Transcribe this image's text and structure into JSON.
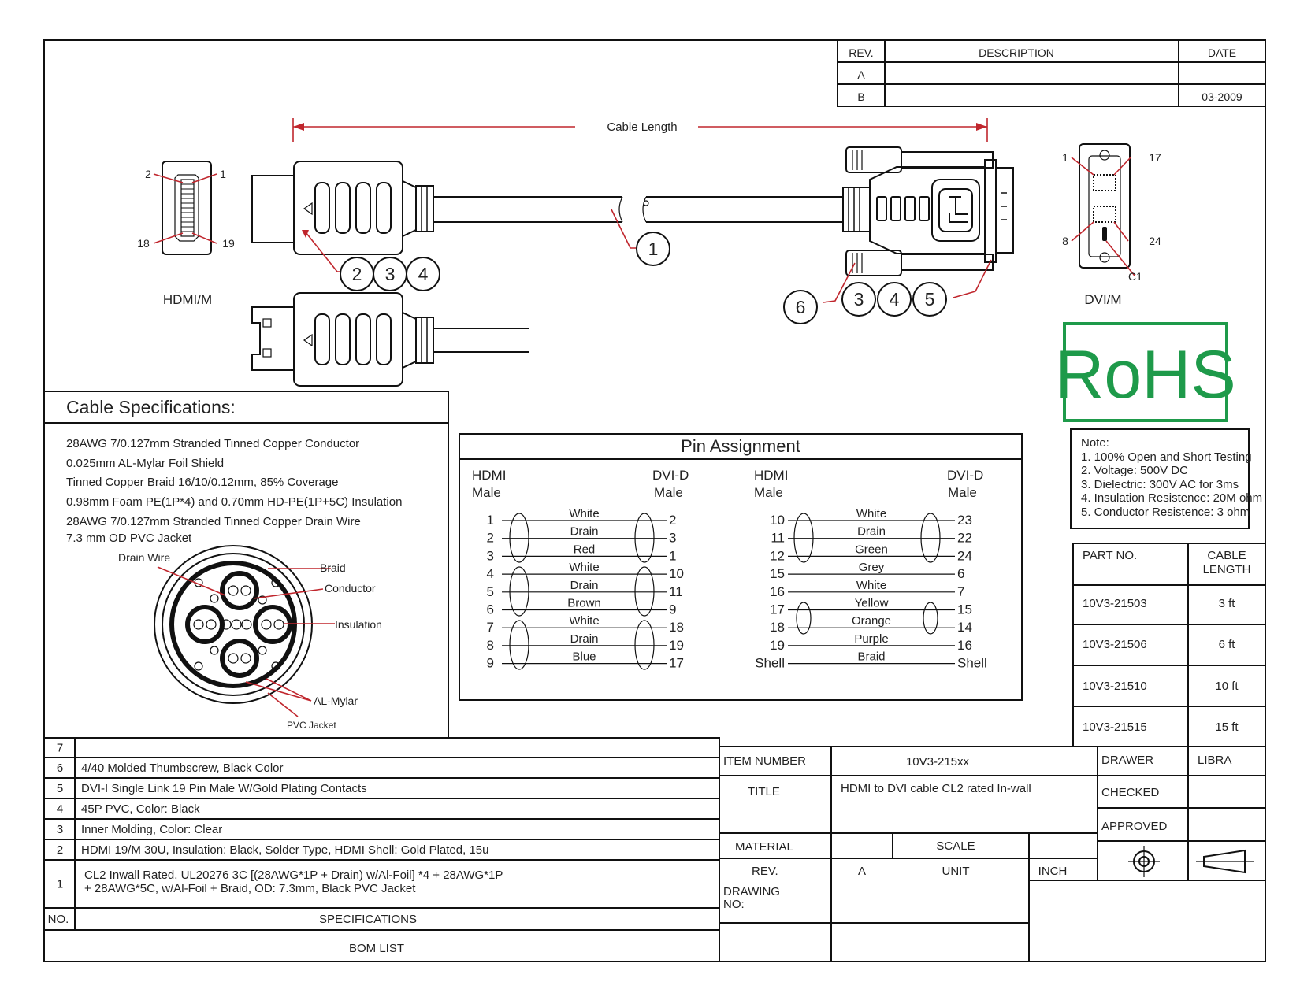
{
  "revision_table": {
    "headers": {
      "rev": "REV.",
      "description": "DESCRIPTION",
      "date": "DATE"
    },
    "rows": [
      {
        "rev": "A",
        "description": "",
        "date": ""
      },
      {
        "rev": "B",
        "description": "",
        "date": "03-2009"
      }
    ]
  },
  "drawing": {
    "cable_length_label": "Cable Length",
    "hdmi_label": "HDMI/M",
    "dvi_label": "DVI/M",
    "hdmi_pins": [
      "2",
      "1",
      "18",
      "19"
    ],
    "dvi_pins": [
      "1",
      "17",
      "8",
      "24",
      "C1"
    ],
    "balloons": {
      "cable": "1",
      "hdmi": [
        "2",
        "3",
        "4"
      ],
      "dvi_left": "6",
      "dvi": [
        "3",
        "4",
        "5"
      ]
    }
  },
  "rohs_logo": "RoHS",
  "cable_specs": {
    "title": "Cable Specifications:",
    "lines": [
      "28AWG 7/0.127mm Stranded Tinned Copper Conductor",
      "0.025mm AL-Mylar Foil Shield",
      "Tinned Copper Braid 16/10/0.12mm, 85% Coverage",
      "0.98mm Foam PE(1P*4) and 0.70mm HD-PE(1P+5C) Insulation",
      "28AWG 7/0.127mm Stranded Tinned Copper Drain Wire",
      "7.3 mm OD PVC Jacket"
    ],
    "cross_section_labels": {
      "drain_wire": "Drain Wire",
      "braid": "Braid",
      "conductor": "Conductor",
      "insulation": "Insulation",
      "al_mylar": "AL-Mylar",
      "pvc_jacket": "PVC Jacket"
    }
  },
  "pin_assignment": {
    "title": "Pin Assignment",
    "left": {
      "hdr_hdmi": [
        "HDMI",
        "Male"
      ],
      "hdr_dvi": [
        "DVI-D",
        "Male"
      ],
      "rows": [
        {
          "hdmi": "1",
          "wire": "White",
          "dvi": "2"
        },
        {
          "hdmi": "2",
          "wire": "Drain",
          "dvi": "3"
        },
        {
          "hdmi": "3",
          "wire": "Red",
          "dvi": "1"
        },
        {
          "hdmi": "4",
          "wire": "White",
          "dvi": "10"
        },
        {
          "hdmi": "5",
          "wire": "Drain",
          "dvi": "11"
        },
        {
          "hdmi": "6",
          "wire": "Brown",
          "dvi": "9"
        },
        {
          "hdmi": "7",
          "wire": "White",
          "dvi": "18"
        },
        {
          "hdmi": "8",
          "wire": "Drain",
          "dvi": "19"
        },
        {
          "hdmi": "9",
          "wire": "Blue",
          "dvi": "17"
        }
      ]
    },
    "right": {
      "hdr_hdmi": [
        "HDMI",
        "Male"
      ],
      "hdr_dvi": [
        "DVI-D",
        "Male"
      ],
      "rows": [
        {
          "hdmi": "10",
          "wire": "White",
          "dvi": "23"
        },
        {
          "hdmi": "11",
          "wire": "Drain",
          "dvi": "22"
        },
        {
          "hdmi": "12",
          "wire": "Green",
          "dvi": "24"
        },
        {
          "hdmi": "15",
          "wire": "Grey",
          "dvi": "6"
        },
        {
          "hdmi": "16",
          "wire": "White",
          "dvi": "7"
        },
        {
          "hdmi": "17",
          "wire": "Yellow",
          "dvi": "15"
        },
        {
          "hdmi": "18",
          "wire": "Orange",
          "dvi": "14"
        },
        {
          "hdmi": "19",
          "wire": "Purple",
          "dvi": "16"
        },
        {
          "hdmi": "Shell",
          "wire": "Braid",
          "dvi": "Shell"
        }
      ]
    }
  },
  "notes": {
    "title": "Note:",
    "items": [
      "1. 100% Open and Short Testing",
      "2. Voltage: 500V DC",
      "3. Dielectric: 300V AC for 3ms",
      "4. Insulation Resistence: 20M ohm",
      "5. Conductor Resistence: 3 ohm"
    ]
  },
  "part_table": {
    "headers": {
      "part_no": "PART NO.",
      "cable_length": [
        "CABLE",
        "LENGTH"
      ]
    },
    "rows": [
      {
        "part_no": "10V3-21503",
        "length": "3 ft"
      },
      {
        "part_no": "10V3-21506",
        "length": "6 ft"
      },
      {
        "part_no": "10V3-21510",
        "length": "10 ft"
      },
      {
        "part_no": "10V3-21515",
        "length": "15 ft"
      }
    ]
  },
  "bom": {
    "rows": [
      {
        "no": "7",
        "spec": [
          ""
        ]
      },
      {
        "no": "6",
        "spec": [
          "4/40 Molded Thumbscrew, Black Color"
        ]
      },
      {
        "no": "5",
        "spec": [
          "DVI-I Single Link 19 Pin Male W/Gold Plating Contacts"
        ]
      },
      {
        "no": "4",
        "spec": [
          "45P PVC, Color: Black"
        ]
      },
      {
        "no": "3",
        "spec": [
          "Inner Molding, Color: Clear"
        ]
      },
      {
        "no": "2",
        "spec": [
          "HDMI 19/M 30U, Insulation: Black, Solder Type, HDMI Shell: Gold Plated, 15u"
        ]
      },
      {
        "no": "1",
        "spec": [
          "CL2 Inwall Rated, UL20276 3C [(28AWG*1P + Drain) w/Al-Foil] *4 + 28AWG*1P",
          "+ 28AWG*5C,  w/Al-Foil + Braid, OD: 7.3mm, Black PVC Jacket"
        ]
      }
    ],
    "header_no": "NO.",
    "header_spec": "SPECIFICATIONS",
    "footer": "BOM LIST"
  },
  "title_block": {
    "item_number_label": "ITEM NUMBER",
    "item_number": "10V3-215xx",
    "title_label": "TITLE",
    "title": "HDMI to DVI cable CL2 rated In-wall",
    "material_label": "MATERIAL",
    "scale_label": "SCALE",
    "rev_label": "REV.",
    "rev_value": "A",
    "unit_label": "UNIT",
    "unit_value": "INCH",
    "drawing_no_label": [
      "DRAWING",
      "NO:"
    ],
    "drawer_label": "DRAWER",
    "drawer": "LIBRA",
    "checked_label": "CHECKED",
    "approved_label": "APPROVED"
  }
}
